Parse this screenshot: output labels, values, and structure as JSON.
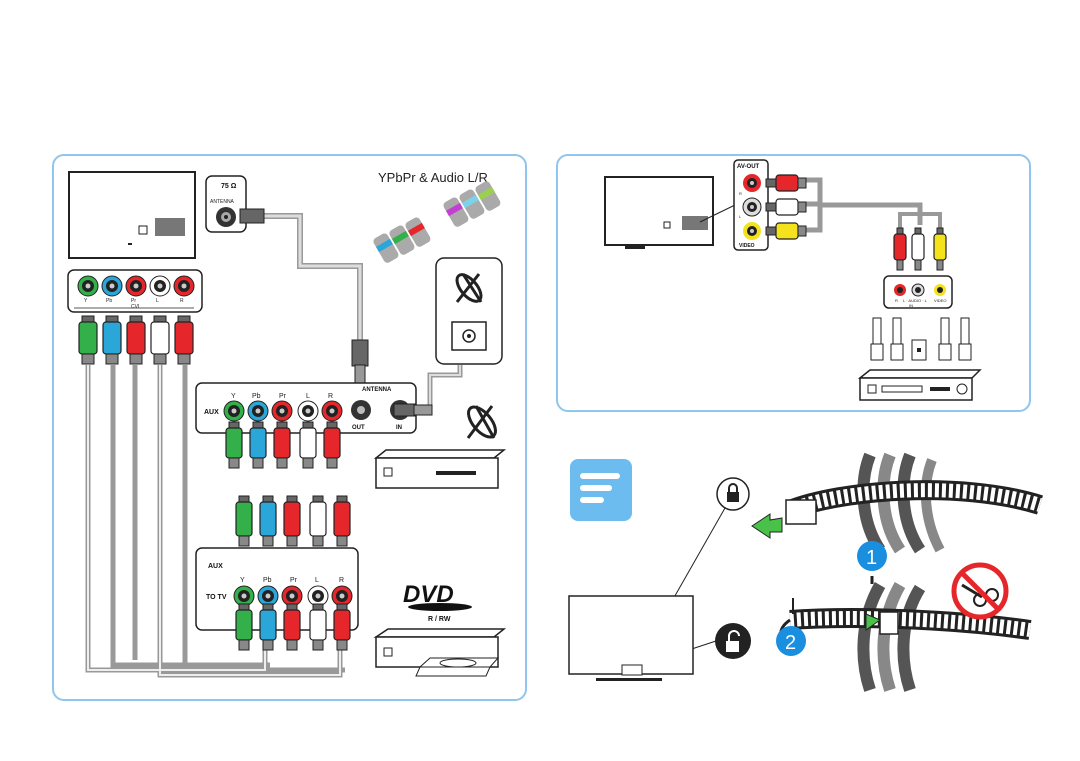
{
  "left_panel": {
    "heading": "YPbPr & Audio L/R",
    "tv_jacks": {
      "antenna_ohm": "75 Ω",
      "antenna_label": "ANTENNA",
      "ports": [
        "Y",
        "Pb",
        "Pr",
        "L",
        "R"
      ],
      "group_label": "CVI"
    },
    "receiver": {
      "aux_label": "AUX",
      "ports": [
        "Y",
        "Pb",
        "Pr",
        "L",
        "R"
      ],
      "antenna_label": "ANTENNA",
      "out_label": "OUT",
      "in_label": "IN"
    },
    "dvd_recorder": {
      "aux_label": "AUX",
      "to_tv_label": "TO TV",
      "ports": [
        "Y",
        "Pb",
        "Pr",
        "L",
        "R"
      ],
      "logo_text": "DVD",
      "logo_sub": "R / RW"
    }
  },
  "right_top_panel": {
    "tv_jacks": {
      "title": "AV-OUT",
      "left_labels": [
        "R",
        "L"
      ],
      "video_label": "VIDEO"
    },
    "system": {
      "r_label": "R",
      "audio_label": "L · AUDIO · L",
      "in_label": "IN",
      "video_label": "VIDEO"
    }
  },
  "cable_guide": {
    "step_1": "1",
    "step_2": "2"
  },
  "colors": {
    "panel_border": "#8ec6ee",
    "green": "#33b04a",
    "blue": "#2aa7d8",
    "red": "#e5262b",
    "white": "#ffffff",
    "yellow": "#f4e21d",
    "step_blue": "#1a8fe0",
    "stop_red": "#e5262b",
    "note_blue": "#6cbcf0"
  },
  "icons": [
    "satellite-dish-icon",
    "wall-antenna-icon",
    "lock-icon",
    "unlock-icon",
    "notes-icon",
    "no-scissors-icon",
    "arrow-icon"
  ]
}
